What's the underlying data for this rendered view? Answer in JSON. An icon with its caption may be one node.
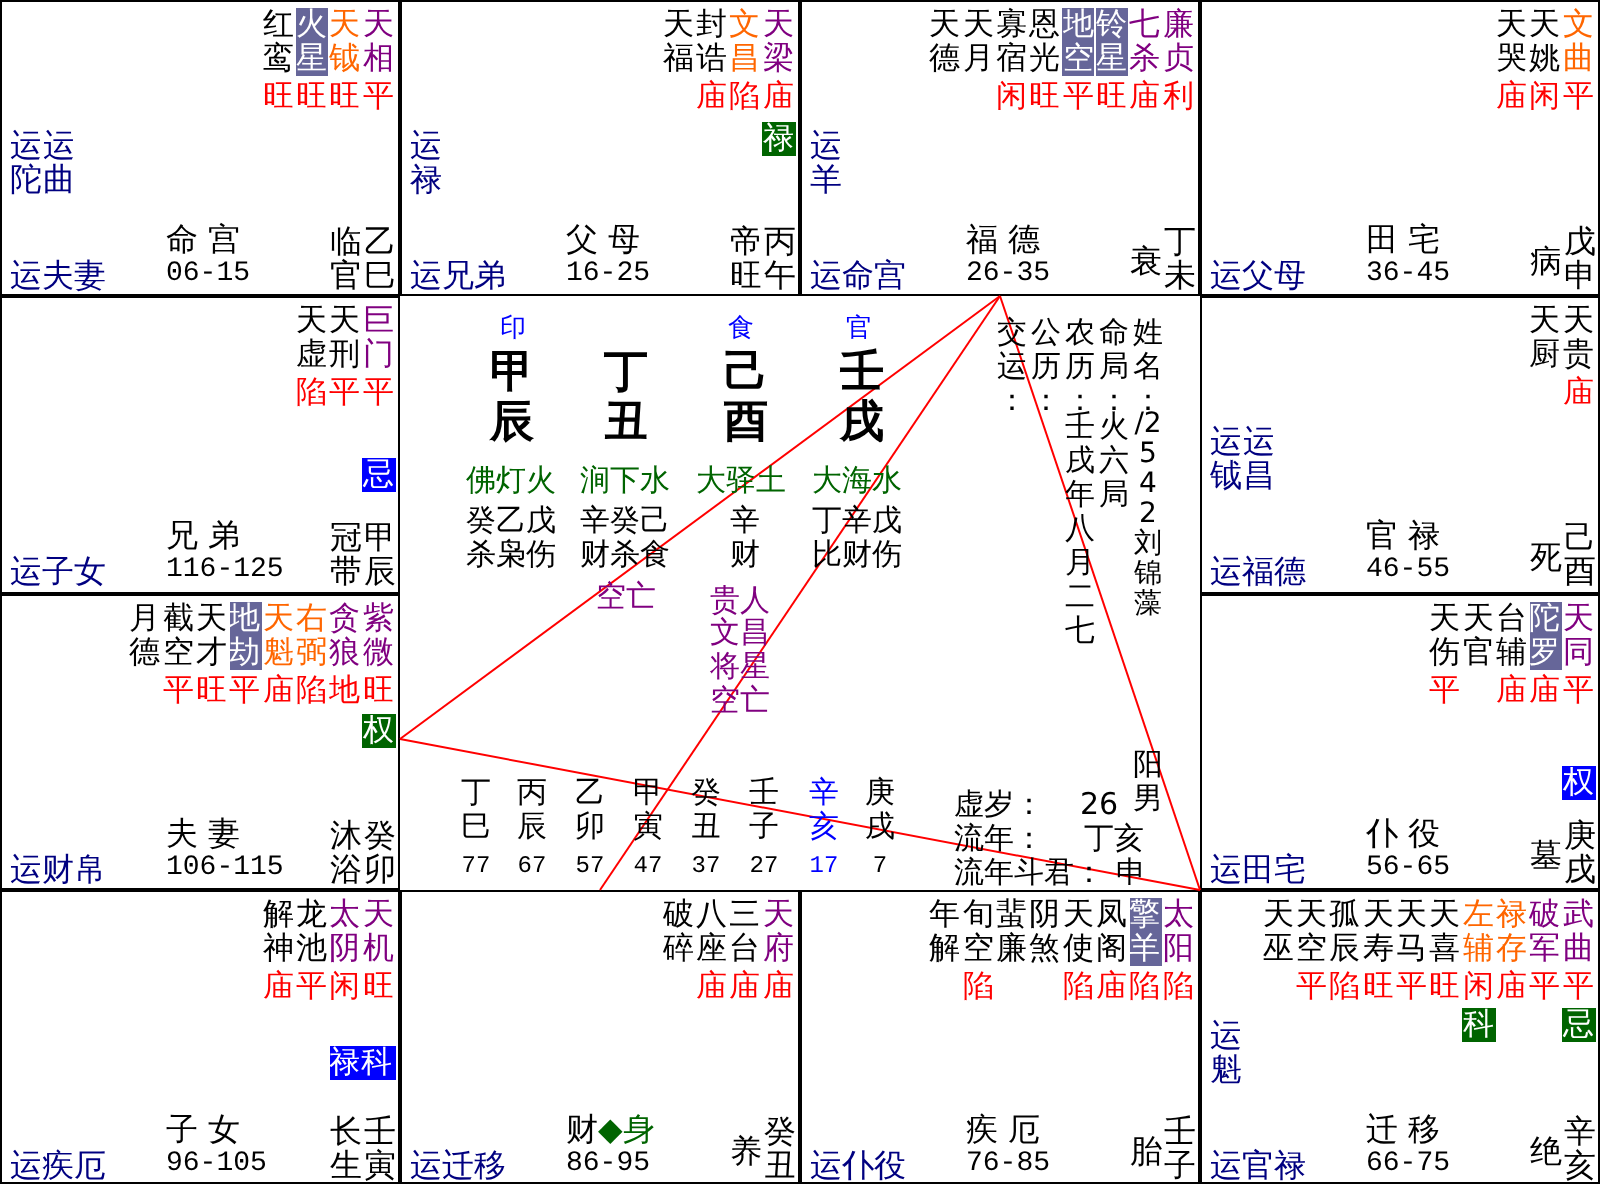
{
  "diagram": {
    "nodes": [
      {
        "text": [
          "红鸾",
          "火星",
          "天钺",
          "天相",
          "旺",
          "旺",
          "旺",
          "平",
          "运陀",
          "运曲",
          "命 宫",
          "06-15",
          "临官",
          "乙巳",
          "运夫妻"
        ]
      },
      {
        "text": [
          "天福",
          "封诰",
          "文昌",
          "天梁",
          "庙",
          "陷",
          "庙",
          "禄",
          "运禄",
          "父 母",
          "16-25",
          "帝旺",
          "丙午",
          "运兄弟"
        ]
      },
      {
        "text": [
          "天德",
          "天月",
          "寡宿",
          "恩光",
          "地空",
          "铃星",
          "七杀",
          "廉贞",
          "闲",
          "旺",
          "平",
          "旺",
          "庙",
          "利",
          "运羊",
          "福 德",
          "26-35",
          "衰",
          "丁未",
          "运命宫"
        ]
      },
      {
        "text": [
          "天哭",
          "天姚",
          "文曲",
          "庙",
          "闲",
          "平",
          "田 宅",
          "36-45",
          "病",
          "戊申",
          "运父母"
        ]
      },
      {
        "text": [
          "天虚",
          "天刑",
          "巨门",
          "陷",
          "平",
          "平",
          "忌",
          "兄 弟",
          "116-125",
          "冠带",
          "甲辰",
          "运子女"
        ]
      },
      {
        "text": [
          "天厨",
          "天贵",
          "庙",
          "运钺",
          "运昌",
          "官 禄",
          "46-55",
          "死",
          "己酉",
          "运福德"
        ]
      },
      {
        "text": [
          "月德",
          "截空",
          "天才",
          "地劫",
          "天魁",
          "右弼",
          "贪狼",
          "紫微",
          "平",
          "旺",
          "平",
          "庙",
          "陷",
          "地",
          "旺",
          "权",
          "夫 妻",
          "106-115",
          "沐浴",
          "癸卯",
          "运财帛"
        ]
      },
      {
        "text": [
          "天伤",
          "天官",
          "台辅",
          "陀罗",
          "天同",
          "平",
          "庙",
          "庙",
          "平",
          "权",
          "仆 役",
          "56-65",
          "墓",
          "庚戌",
          "运田宅"
        ]
      },
      {
        "text": [
          "解神",
          "龙池",
          "太阴",
          "天机",
          "庙",
          "平",
          "闲",
          "旺",
          "禄科",
          "子 女",
          "96-105",
          "长生",
          "壬寅",
          "运疾厄"
        ]
      },
      {
        "text": [
          "破碎",
          "八座",
          "三台",
          "天府",
          "庙",
          "庙",
          "庙",
          "财",
          "◆身",
          "86-95",
          "养",
          "癸丑",
          "运迁移"
        ]
      },
      {
        "text": [
          "年解",
          "旬空",
          "蜚廉",
          "阴煞",
          "天使",
          "凤阁",
          "擎羊",
          "太阳",
          "陷",
          "陷",
          "庙",
          "陷",
          "陷",
          "疾 厄",
          "76-85",
          "胎",
          "壬子",
          "运仆役"
        ]
      },
      {
        "text": [
          "天巫",
          "天空",
          "孤辰",
          "天寿",
          "天马",
          "天喜",
          "左辅",
          "禄存",
          "破军",
          "武曲",
          "平",
          "陷",
          "旺",
          "平",
          "旺",
          "闲",
          "庙",
          "平",
          "平",
          "科",
          "忌",
          "运魁",
          "迁 移",
          "66-75",
          "绝",
          "辛亥",
          "运官禄"
        ]
      }
    ],
    "edges": [
      {
        "from": 2,
        "to": 6,
        "arrow": "none"
      },
      {
        "from": 2,
        "to": 9,
        "arrow": "none"
      },
      {
        "from": 2,
        "to": 11,
        "arrow": "none"
      },
      {
        "from": 6,
        "to": 11,
        "arrow": "none"
      }
    ],
    "labels": [
      "印",
      "食",
      "官",
      "甲辰",
      "丁丑",
      "己酉",
      "壬戌",
      "佛灯火",
      "涧下水",
      "大驿土",
      "大海水",
      "癸乙戊",
      "辛癸己",
      "辛",
      "丁辛戊",
      "杀枭伤",
      "财杀食",
      "财",
      "比财伤",
      "空亡",
      "贵人",
      "文昌",
      "将星",
      "空亡",
      "交运：",
      "公历：",
      "农历：",
      "命局：",
      "姓名：",
      "壬戌年八月二七",
      "火六局",
      "/2542刘锦藻",
      "阳男",
      "丁巳",
      "77",
      "丙辰",
      "67",
      "乙卯",
      "57",
      "甲寅",
      "47",
      "癸丑",
      "37",
      "壬子",
      "27",
      "辛亥",
      "17",
      "庚戌",
      "7",
      "虚岁：",
      "26",
      "流年：",
      "丁亥",
      "流年斗君：",
      "申"
    ]
  }
}
